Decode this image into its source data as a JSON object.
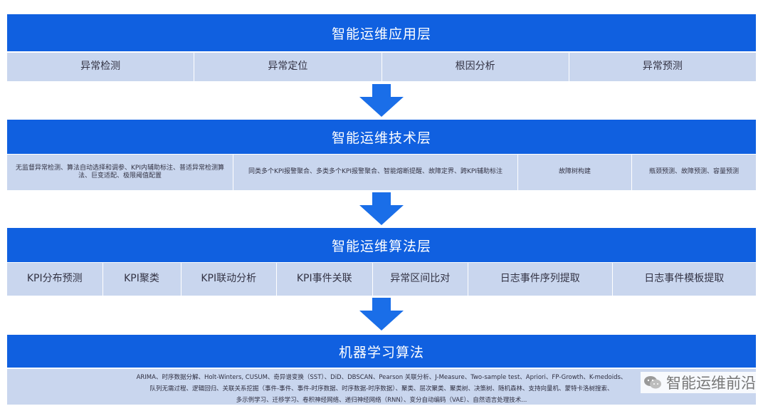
{
  "layers": {
    "application": {
      "title": "智能运维应用层",
      "items": [
        "异常检测",
        "异常定位",
        "根因分析",
        "异常预测"
      ]
    },
    "technology": {
      "title": "智能运维技术层",
      "items": [
        "无监督异常检测、算法自动选择和调参、KPI内辅助标注、普适异常检测算法、巨变适配、极限阈值配置",
        "同类多个KPI报警聚合、多类多个KPI报警聚合、智能熔断提醒、故障定界、跨KPI辅助标注",
        "故障树构建",
        "瓶颈预测、故障预测、容量预测"
      ]
    },
    "algorithm": {
      "title": "智能运维算法层",
      "items": [
        "KPI分布预测",
        "KPI聚类",
        "KPI联动分析",
        "KPI事件关联",
        "异常区间比对",
        "日志事件序列提取",
        "日志事件模板提取"
      ]
    },
    "ml": {
      "title": "机器学习算法",
      "lines": [
        "ARIMA、时序数据分解、Holt-Winters, CUSUM、奇异谱变换（SST）、DiD、DBSCAN、Pearson 关联分析、J-Measure、Two-sample test、Apriori、FP-Growth、K-medoids、",
        "队列无需过程、逻辑回归、关联关系挖掘（事件-事件、事件-时序数据、时序数据-时序数据）、聚类、层次聚类、聚类树、决策树、随机森林、支持向量机、蒙特卡洛树搜索、",
        "多示例学习、迁移学习、卷积神经网络、递归神经网络（RNN）、变分自动编码（VAE）、自然语言处理技术..."
      ]
    }
  },
  "watermark": {
    "text": "智能运维前沿",
    "icon": "wechat-icon"
  },
  "colors": {
    "band": "#1060e0",
    "row": "#c9d6ee",
    "arrow": "#1a6ee8"
  }
}
